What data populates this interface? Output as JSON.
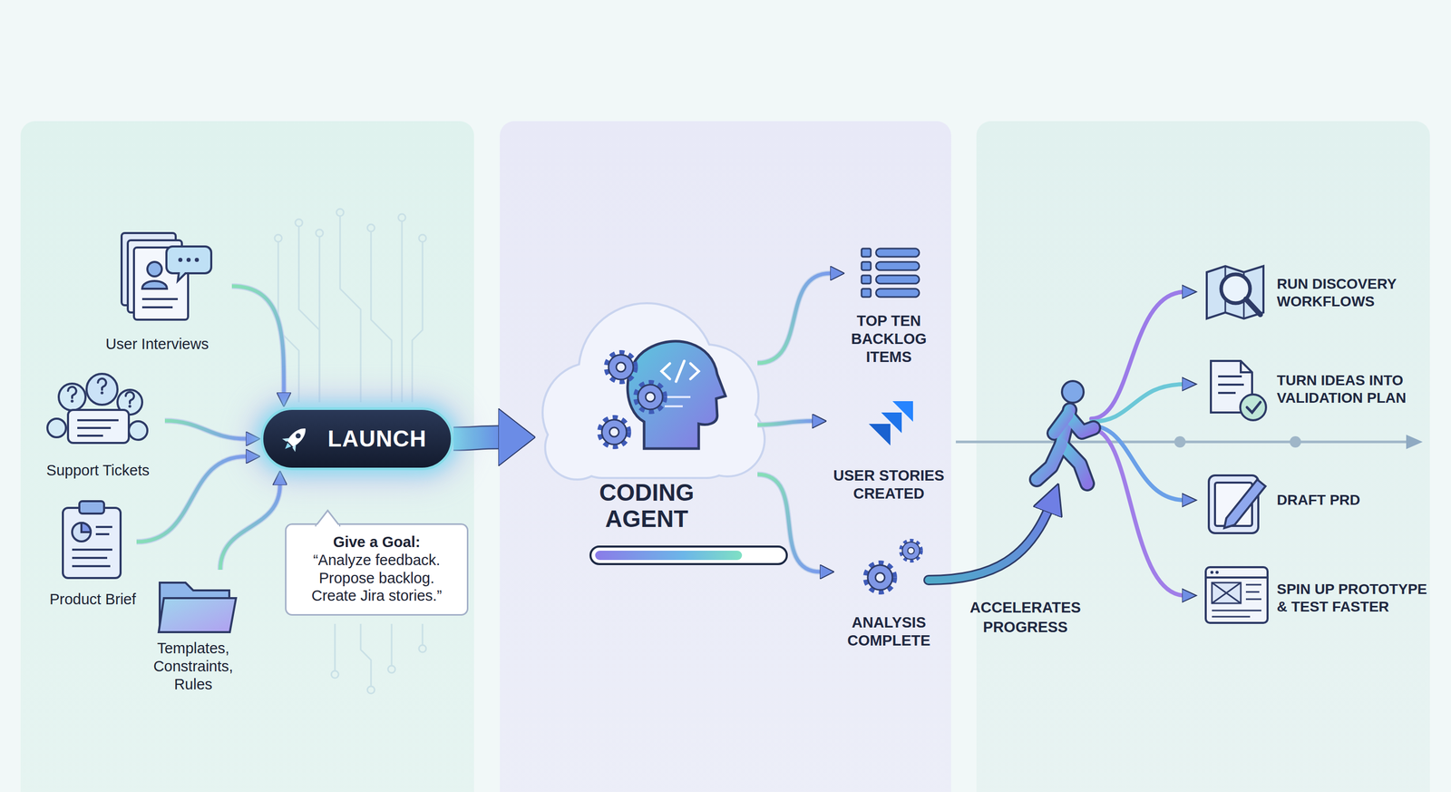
{
  "diagram": {
    "nodes": [
      {
        "text": [
          "User Interviews"
        ]
      },
      {
        "text": [
          "Support Tickets"
        ]
      },
      {
        "text": [
          "Product Brief"
        ]
      },
      {
        "text": [
          "Templates, Constraints, Rules"
        ]
      },
      {
        "text": [
          "LAUNCH"
        ]
      },
      {
        "text": [
          "Give a Goal:",
          "“Analyze feedback. Propose backlog. Create Jira stories.”"
        ]
      },
      {
        "text": [
          "CODING AGENT"
        ]
      },
      {
        "text": [
          "TOP TEN BACKLOG ITEMS"
        ]
      },
      {
        "text": [
          "USER STORIES CREATED"
        ]
      },
      {
        "text": [
          "ANALYSIS COMPLETE"
        ]
      },
      {
        "text": [
          "RUN DISCOVERY WORKFLOWS"
        ]
      },
      {
        "text": [
          "TURN IDEAS INTO VALIDATION PLAN"
        ]
      },
      {
        "text": [
          "DRAFT PRD"
        ]
      },
      {
        "text": [
          "SPIN UP PROTOTYPE & TEST FASTER"
        ]
      }
    ],
    "edges": [
      {
        "from": 0,
        "to": 4,
        "arrow": "to"
      },
      {
        "from": 1,
        "to": 4,
        "arrow": "to"
      },
      {
        "from": 2,
        "to": 4,
        "arrow": "to"
      },
      {
        "from": 3,
        "to": 4,
        "arrow": "to"
      },
      {
        "from": 4,
        "to": 6,
        "arrow": "to"
      },
      {
        "from": 6,
        "to": 7,
        "arrow": "to"
      },
      {
        "from": 6,
        "to": 8,
        "arrow": "to"
      },
      {
        "from": 6,
        "to": 9,
        "arrow": "to"
      }
    ],
    "labels": [
      "ACCELERATES PROGRESS"
    ]
  }
}
